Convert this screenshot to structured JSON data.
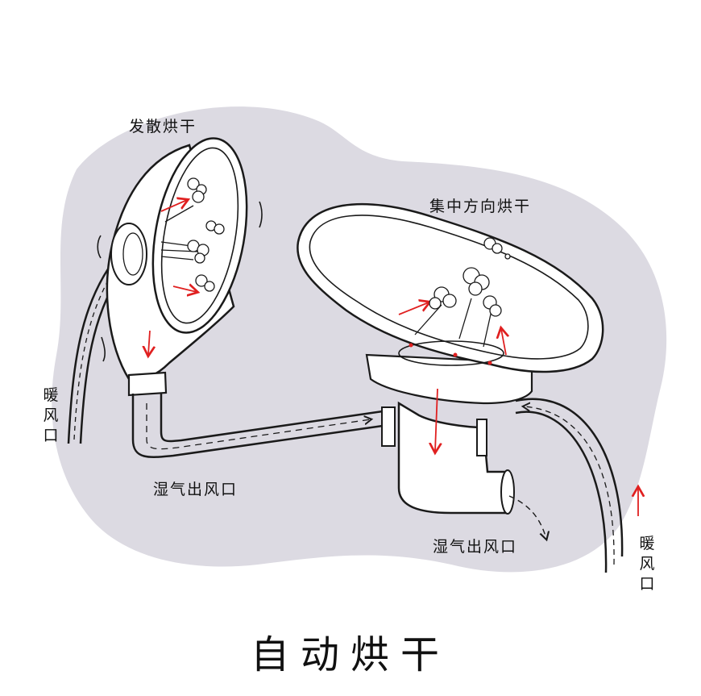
{
  "title": "自动烘干",
  "labels": {
    "diffuse_dry": "发散烘干",
    "focused_dry": "集中方向烘干",
    "warm_air_inlet_left": "暖风口",
    "warm_air_inlet_right": "暖风口",
    "moist_air_outlet_left": "湿气出风口",
    "moist_air_outlet_right": "湿气出风口"
  },
  "colors": {
    "background_blob": "#dcdae2",
    "outline": "#1a1a1a",
    "airflow_arrow": "#e02020",
    "device_fill": "#ffffff"
  }
}
